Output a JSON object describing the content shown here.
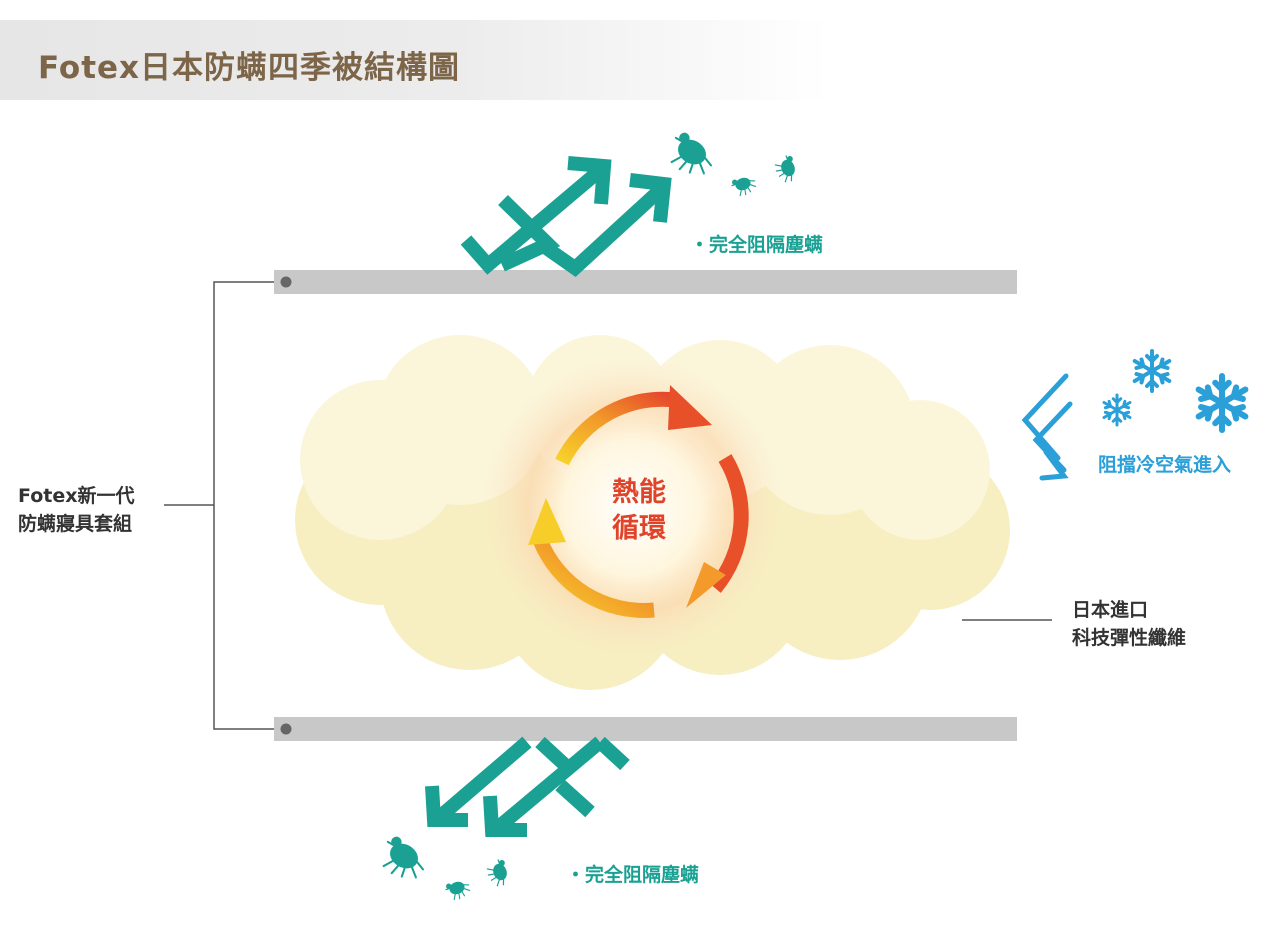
{
  "title": "Fotex日本防螨四季被結構圖",
  "labels": {
    "top_barrier": "・完全阻隔塵螨",
    "bottom_barrier": "・完全阻隔塵螨",
    "cold_block": "阻擋冷空氣進入",
    "left_line1": "Fotex新一代",
    "left_line2": "防螨寢具套組",
    "right_line1": "日本進口",
    "right_line2": "科技彈性纖維",
    "center_line1": "熱能",
    "center_line2": "循環"
  },
  "icons": [
    "dust-mite-icon",
    "snowflake-icon",
    "cycle-arrows-icon",
    "bounce-arrow-icon",
    "cold-air-arrow-icon"
  ],
  "colors": {
    "title": "#7c6548",
    "teal": "#1ba193",
    "blue": "#2b9fd8",
    "fiber": "#f8f0c6",
    "layer": "#c8c8c8",
    "heat_red": "#e0432a",
    "heat_yellow": "#f7c52a"
  }
}
